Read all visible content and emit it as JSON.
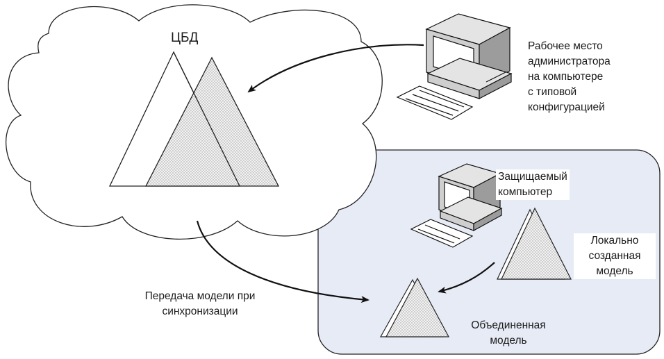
{
  "cloud": {
    "label": "ЦБД"
  },
  "admin_workstation": {
    "label": "Рабочее место\nадминистратора\nна компьютере\nс типовой\nконфигурацией"
  },
  "protected_computer": {
    "label": "Защищаемый\nкомпьютер"
  },
  "local_model": {
    "label": "Локально\nсозданная\nмодель"
  },
  "merged_model": {
    "label": "Объединенная\nмодель"
  },
  "sync_transfer": {
    "label": "Передача модели при\nсинхронизации"
  },
  "colors": {
    "cloud_fill": "#ffffff",
    "stroke": "#1a1a1a",
    "protected_zone_fill": "#e7ebf6",
    "dotted_triangle": "#d9d9d9"
  }
}
